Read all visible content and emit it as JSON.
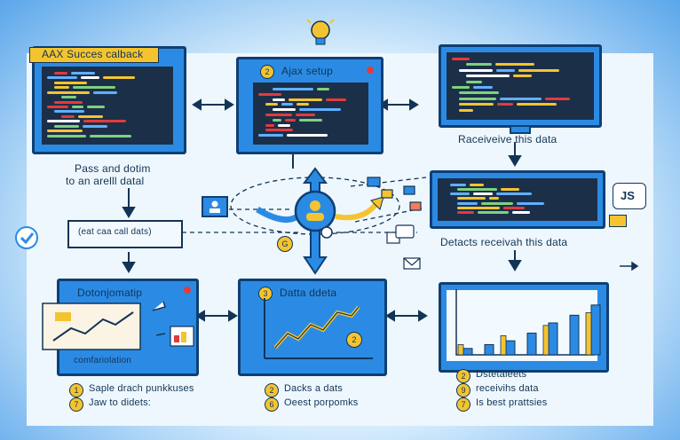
{
  "panels": {
    "success_callback": {
      "title": "AAX Succes calback",
      "caption_line1": "Pass and dotim",
      "caption_line2": "to an arelll datal"
    },
    "ajax_setup": {
      "badge": "2",
      "title": "Ajax setup"
    },
    "receive_monitor": {
      "caption": "Raceiveive this data"
    },
    "code_screen": {
      "caption": "Detacts receivah this data",
      "js_badge": "JS"
    },
    "call_box": {
      "text": "(eat caa call dats)"
    },
    "data_processing": {
      "title": "Dotonjomatip",
      "subtitle": "comfariolation"
    },
    "data_chart": {
      "badge": "3",
      "title": "Datta ddeta",
      "point_badge": "2"
    },
    "bar_chart": {
      "values": [
        0.1,
        0.16,
        0.22,
        0.34,
        0.5,
        0.62,
        0.78
      ],
      "highlight": [
        0.16,
        0.3,
        0.46,
        0.66
      ]
    },
    "center": {
      "badge": "G"
    }
  },
  "footer": {
    "col1": [
      {
        "num": "1",
        "text": "Saple drach punkkuses"
      },
      {
        "num": "7",
        "text": "Jaw to didets:"
      }
    ],
    "col2": [
      {
        "num": "2",
        "text": "Dacks a dats"
      },
      {
        "num": "6",
        "text": "Oeest  porpomks"
      }
    ],
    "col3": [
      {
        "num": "2",
        "text": "Dstetaleets"
      },
      {
        "num": "9",
        "text": "receivihs data"
      },
      {
        "num": "7",
        "text": "Is best prattsies"
      }
    ]
  },
  "colors": {
    "panel_blue": "#2b8be4",
    "outline": "#0f3f73",
    "accent_yellow": "#f4c430",
    "screen_dark": "#1c2f49"
  }
}
